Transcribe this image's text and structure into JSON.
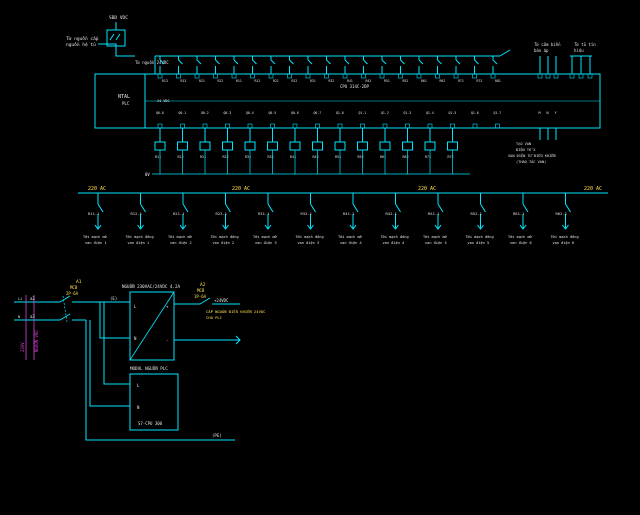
{
  "colors": {
    "background": "#000000",
    "wire": "#00e5ff",
    "label": "#ffe04a",
    "text": "#e6e6e6",
    "marker": "#e040e0"
  },
  "top_left": {
    "power_label": "SBD VDC",
    "source_note": [
      "Từ nguồn cấp",
      "nguồn hệ tủ"
    ]
  },
  "plc": {
    "input_bus_label": "Từ nguồn 24VDC",
    "input_common": "24 VDC",
    "name_label": "NTAL",
    "name_sub": "PLC",
    "model": "CPU 314C-2DP",
    "right_header": [
      "Từ cảm biến",
      "báo áp"
    ],
    "right_header2": [
      "Từ tủ tín",
      "hiệu"
    ],
    "input_labels": [
      "R13",
      "R13",
      "R21",
      "R22",
      "R11",
      "R12",
      "R21",
      "R22",
      "R31",
      "R32",
      "R41",
      "R42",
      "R51",
      "R52",
      "R61",
      "R62",
      "R71",
      "R72",
      "R81"
    ],
    "output_labels": [
      "Q0.0",
      "Q0.1",
      "Q0.2",
      "Q0.3",
      "Q0.4",
      "Q0.5",
      "Q0.6",
      "Q0.7",
      "Q1.0",
      "Q1.1",
      "Q1.2",
      "Q1.3",
      "Q1.4",
      "Q1.5",
      "Q1.6",
      "Q1.7"
    ],
    "right_inputs": [
      "M",
      "N",
      "Y"
    ],
    "bottom_note": [
      "TẠO VAN",
      "ĐIỆN TỬ X",
      "VAN ĐIỆN TỬ ĐIỀU KHIỂN",
      "(THAO TÁC VAN)"
    ],
    "relays": [
      "R11",
      "R12",
      "R21",
      "R22",
      "R31",
      "R32",
      "R41",
      "R42",
      "R51",
      "R52",
      "R61",
      "R62",
      "R71",
      "R72"
    ],
    "relay_common": "0V"
  },
  "ac_bus": {
    "labels": [
      "220 AC",
      "220 AC",
      "220 AC",
      "220 AC"
    ],
    "contacts": [
      "R11.1",
      "R12.1",
      "R21.1",
      "R22.1",
      "R31.1",
      "R32.1",
      "R41.1",
      "R42.1",
      "R51.1",
      "R52.1",
      "R61.1",
      "R62.1"
    ],
    "loads": [
      [
        "Tới mạch mở",
        "van điện 1"
      ],
      [
        "Tới mạch đóng",
        "van điện 1"
      ],
      [
        "Tới mạch mở",
        "van điện 2"
      ],
      [
        "Tới mạch đóng",
        "van điện 2"
      ],
      [
        "Tới mạch mở",
        "van điện 3"
      ],
      [
        "Tới mạch đóng",
        "van điện 3"
      ],
      [
        "Tới mạch mở",
        "van điện 4"
      ],
      [
        "Tới mạch đóng",
        "van điện 4"
      ],
      [
        "Tới mạch mở",
        "van điện 5"
      ],
      [
        "Tới mạch đóng",
        "van điện 5"
      ],
      [
        "Tới mạch mở",
        "van điện 6"
      ],
      [
        "Tới mạch đóng",
        "van điện 6"
      ]
    ]
  },
  "power": {
    "breaker_a1": [
      "A1",
      "MCB",
      "2P-6A"
    ],
    "breaker_a2": [
      "A2",
      "MCB",
      "1P-6A"
    ],
    "psu_title": "NGUỒN 230VAC/24VDC 4.2A",
    "psu_out": "+24VDC",
    "psu_note": [
      "CẤP NGUỒN ĐIỀU KHIỂN 24VDC",
      "CHO PLC"
    ],
    "psu_terminals": [
      "L",
      "N",
      "+",
      "-"
    ],
    "plc_module_title": "MODUL NGUỒN PLC",
    "plc_module_terminals": [
      "L",
      "N"
    ],
    "plc_module_model": "S7-CPU 300",
    "left_phase": [
      "L1",
      "N"
    ],
    "side_label": "230V",
    "side_label2": "NGUỒN VÀO",
    "node_label": "(E)",
    "ground_label": "(PE)",
    "node_marks": [
      "a2",
      "a3"
    ]
  }
}
